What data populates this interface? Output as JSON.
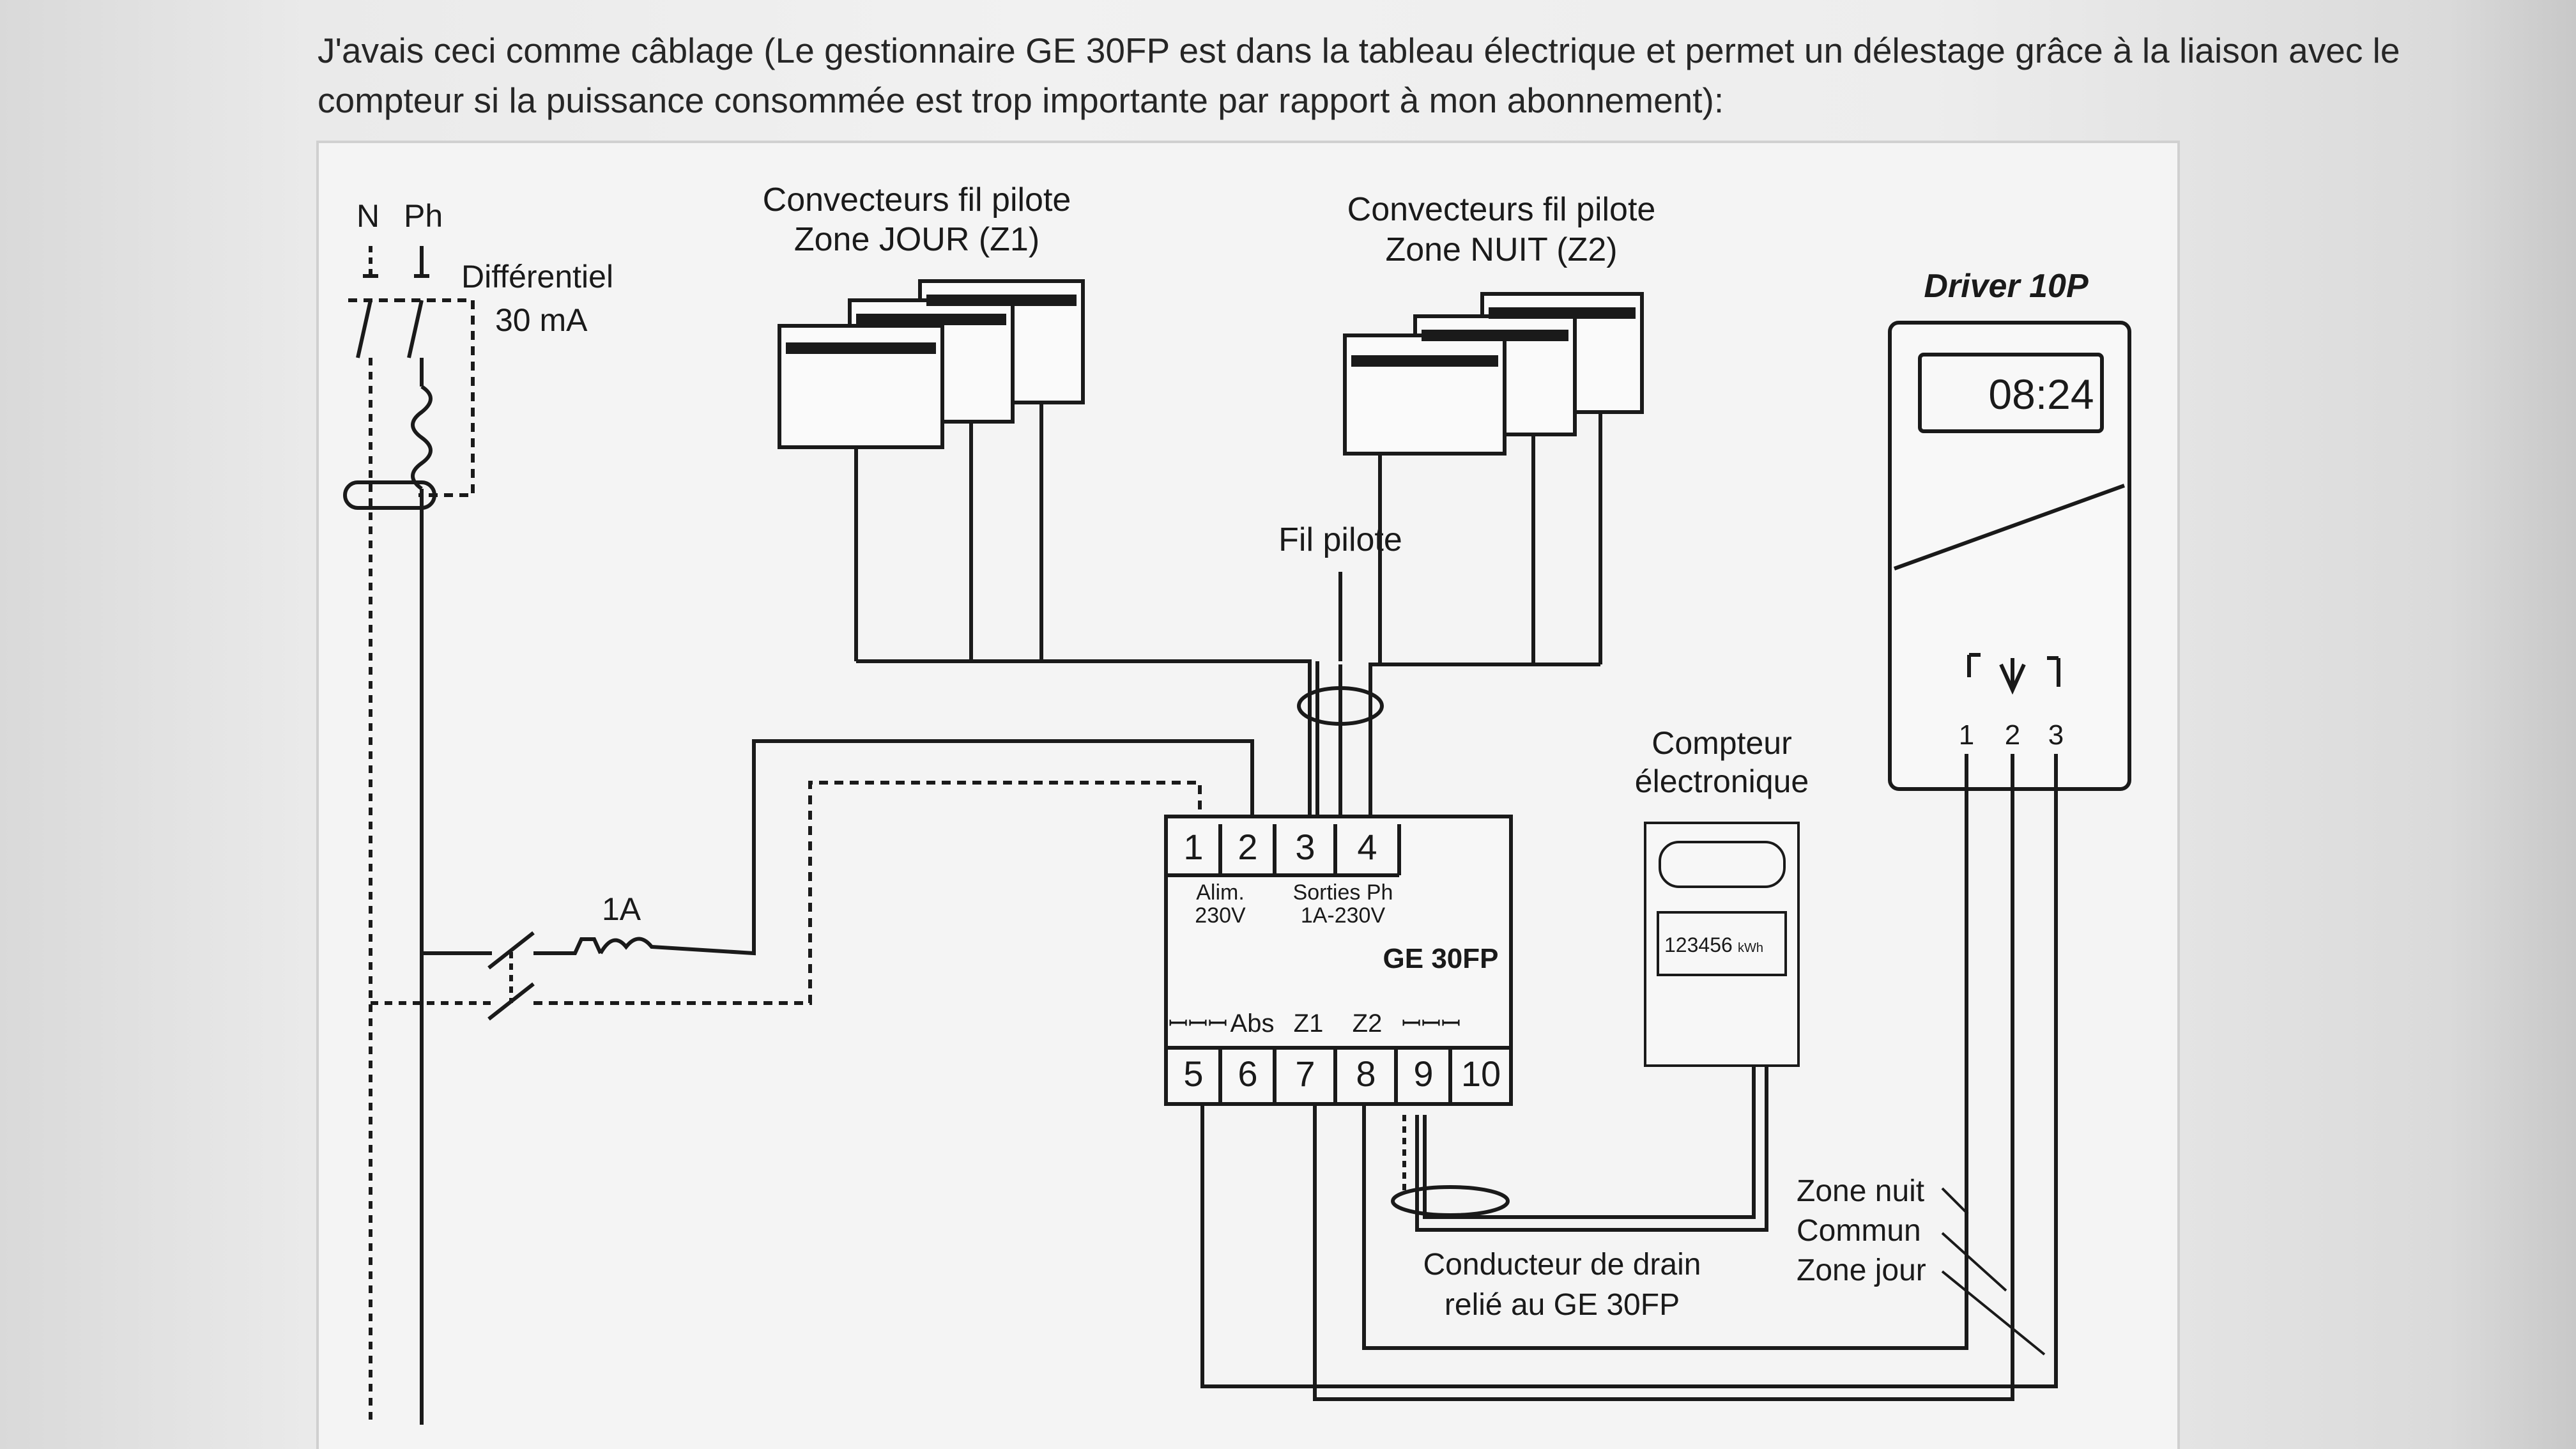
{
  "intro": {
    "line1": "J'avais ceci comme câblage (Le gestionnaire GE 30FP est dans la tableau électrique et permet un délestage grâce à la liaison avec le",
    "line2": "compteur si la puissance consommée est trop importante par rapport à mon abonnement):"
  },
  "diagram": {
    "supply": {
      "neutral": "N",
      "phase": "Ph",
      "diff_label": "Différentiel",
      "diff_rating": "30 mA"
    },
    "breaker_rating": "1A",
    "zone_jour": {
      "line1": "Convecteurs fil pilote",
      "line2": "Zone JOUR (Z1)"
    },
    "zone_nuit": {
      "line1": "Convecteurs fil pilote",
      "line2": "Zone NUIT (Z2)"
    },
    "fil_pilote": "Fil pilote",
    "driver": {
      "title": "Driver 10P",
      "display": "08:24",
      "terminals": [
        "1",
        "2",
        "3"
      ]
    },
    "compteur": {
      "line1": "Compteur",
      "line2": "électronique",
      "reading": "123456",
      "unit": "kWh"
    },
    "ge30fp": {
      "name": "GE 30FP",
      "top_terminals": [
        "1",
        "2",
        "3",
        "4"
      ],
      "bottom_terminals": [
        "5",
        "6",
        "7",
        "8",
        "9",
        "10"
      ],
      "alim_line1": "Alim.",
      "alim_line2": "230V",
      "sorties_line1": "Sorties Ph",
      "sorties_line2": "1A-230V",
      "bottom_labels": [
        "Abs",
        "Z1",
        "Z2"
      ],
      "teleinfo_symbol": "ꟷꟷꟷ"
    },
    "wire_labels": {
      "zone_nuit": "Zone nuit",
      "commun": "Commun",
      "zone_jour": "Zone jour"
    },
    "drain": {
      "line1": "Conducteur de drain",
      "line2": "relié au GE 30FP"
    }
  }
}
